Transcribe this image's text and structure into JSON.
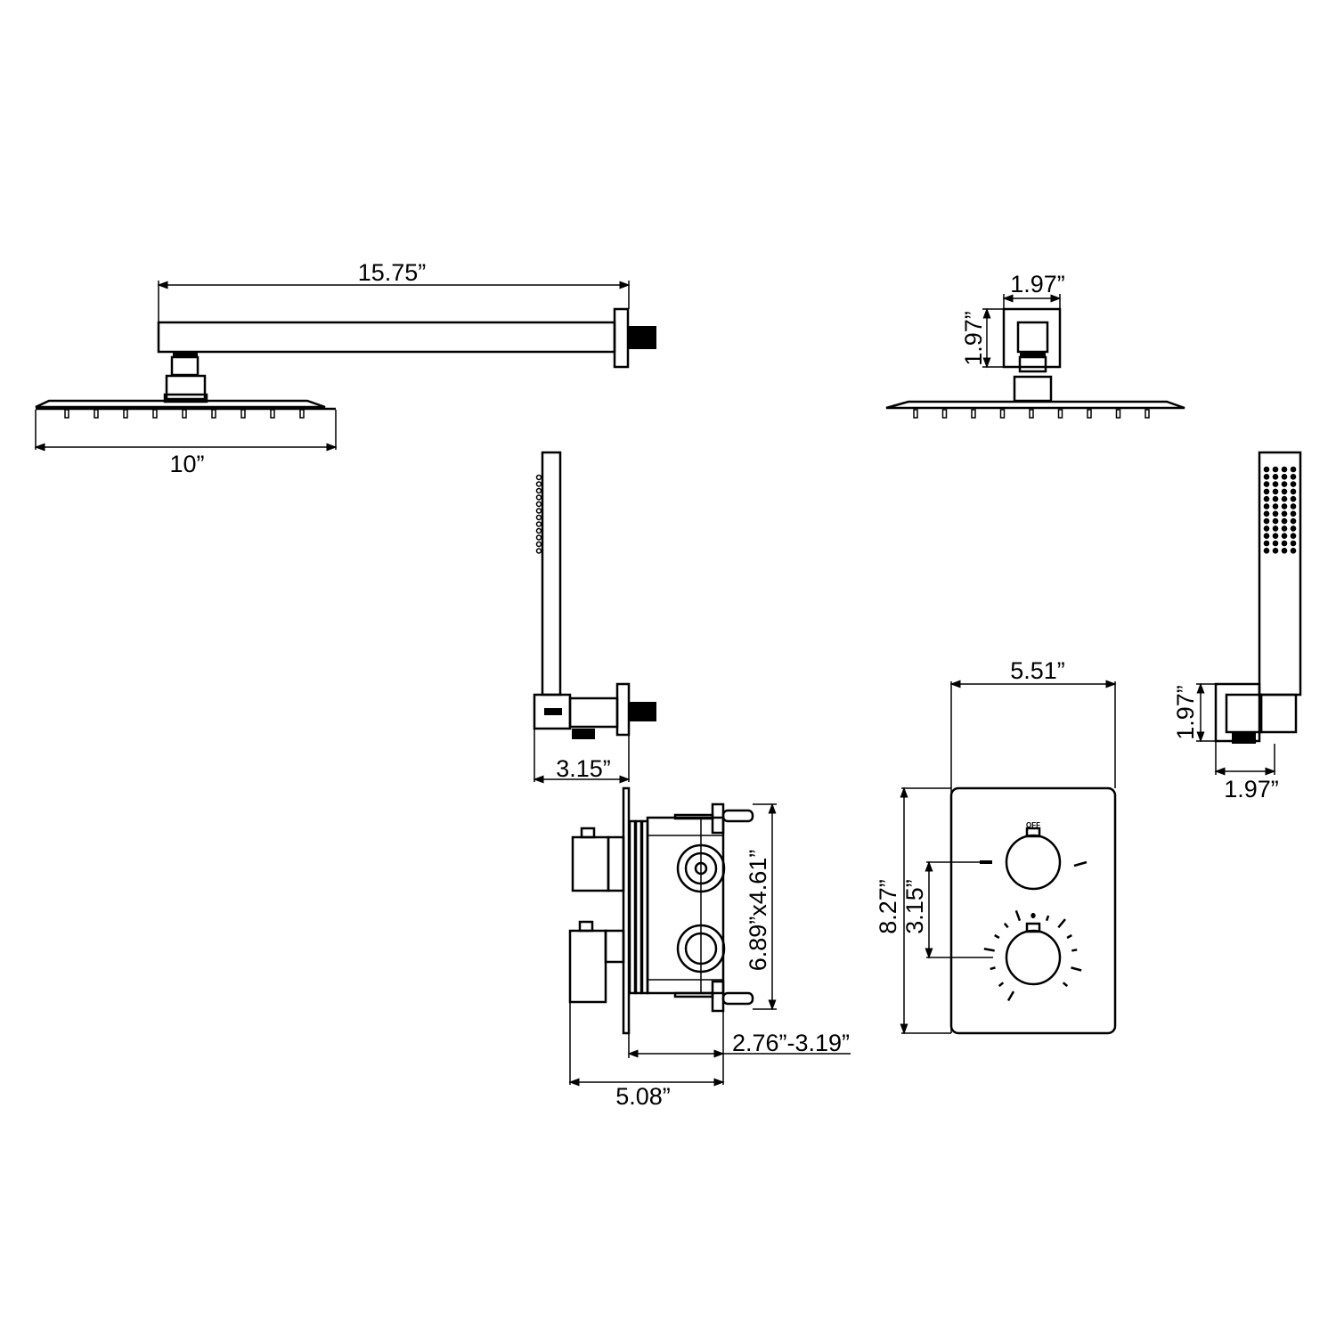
{
  "drawing": {
    "rain_head_side": {
      "arm_length": "15.75”",
      "head_width": "10”"
    },
    "rain_head_front": {
      "flange_width": "1.97”",
      "flange_height": "1.97”"
    },
    "hand_shower_side": {
      "holder_depth": "3.15”"
    },
    "hand_shower_front": {
      "holder_height": "1.97”",
      "holder_width": "1.97”"
    },
    "valve_body": {
      "size": "6.89”x4.61”",
      "depth_range": "2.76”-3.19”",
      "total_depth": "5.08”"
    },
    "trim_plate": {
      "width": "5.51”",
      "height": "8.27”",
      "knob_spacing": "3.15”",
      "off_label": "OFF"
    }
  }
}
